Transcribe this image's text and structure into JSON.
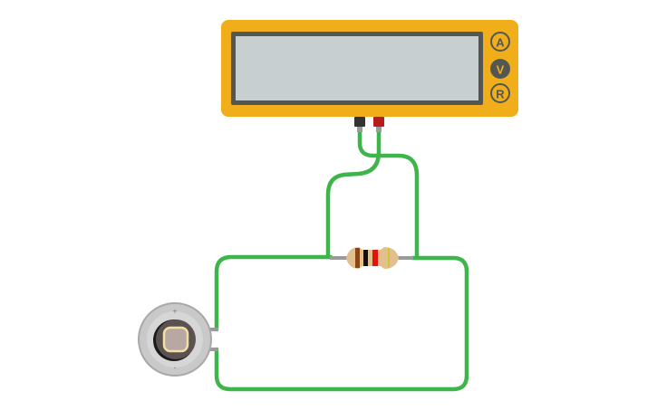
{
  "multimeter": {
    "display_value": "",
    "modes": [
      {
        "label": "A",
        "active": false
      },
      {
        "label": "V",
        "active": true
      },
      {
        "label": "R",
        "active": false
      }
    ],
    "probes": [
      {
        "name": "negative",
        "color": "#333333"
      },
      {
        "name": "positive",
        "color": "#B71C1C"
      }
    ]
  },
  "resistor": {
    "bands": [
      "#8B4513",
      "#111111",
      "#E3120B",
      "#D4C33A"
    ]
  },
  "sensor": {
    "plus_label": "+",
    "minus_label": "-"
  },
  "colors": {
    "meter_body": "#F0AE1B",
    "meter_bezel": "#545654",
    "meter_screen": "#C7CFD1",
    "wire": "#3DB54A",
    "lead": "#9A9A9A",
    "resistor_body": "#E2C08D"
  }
}
